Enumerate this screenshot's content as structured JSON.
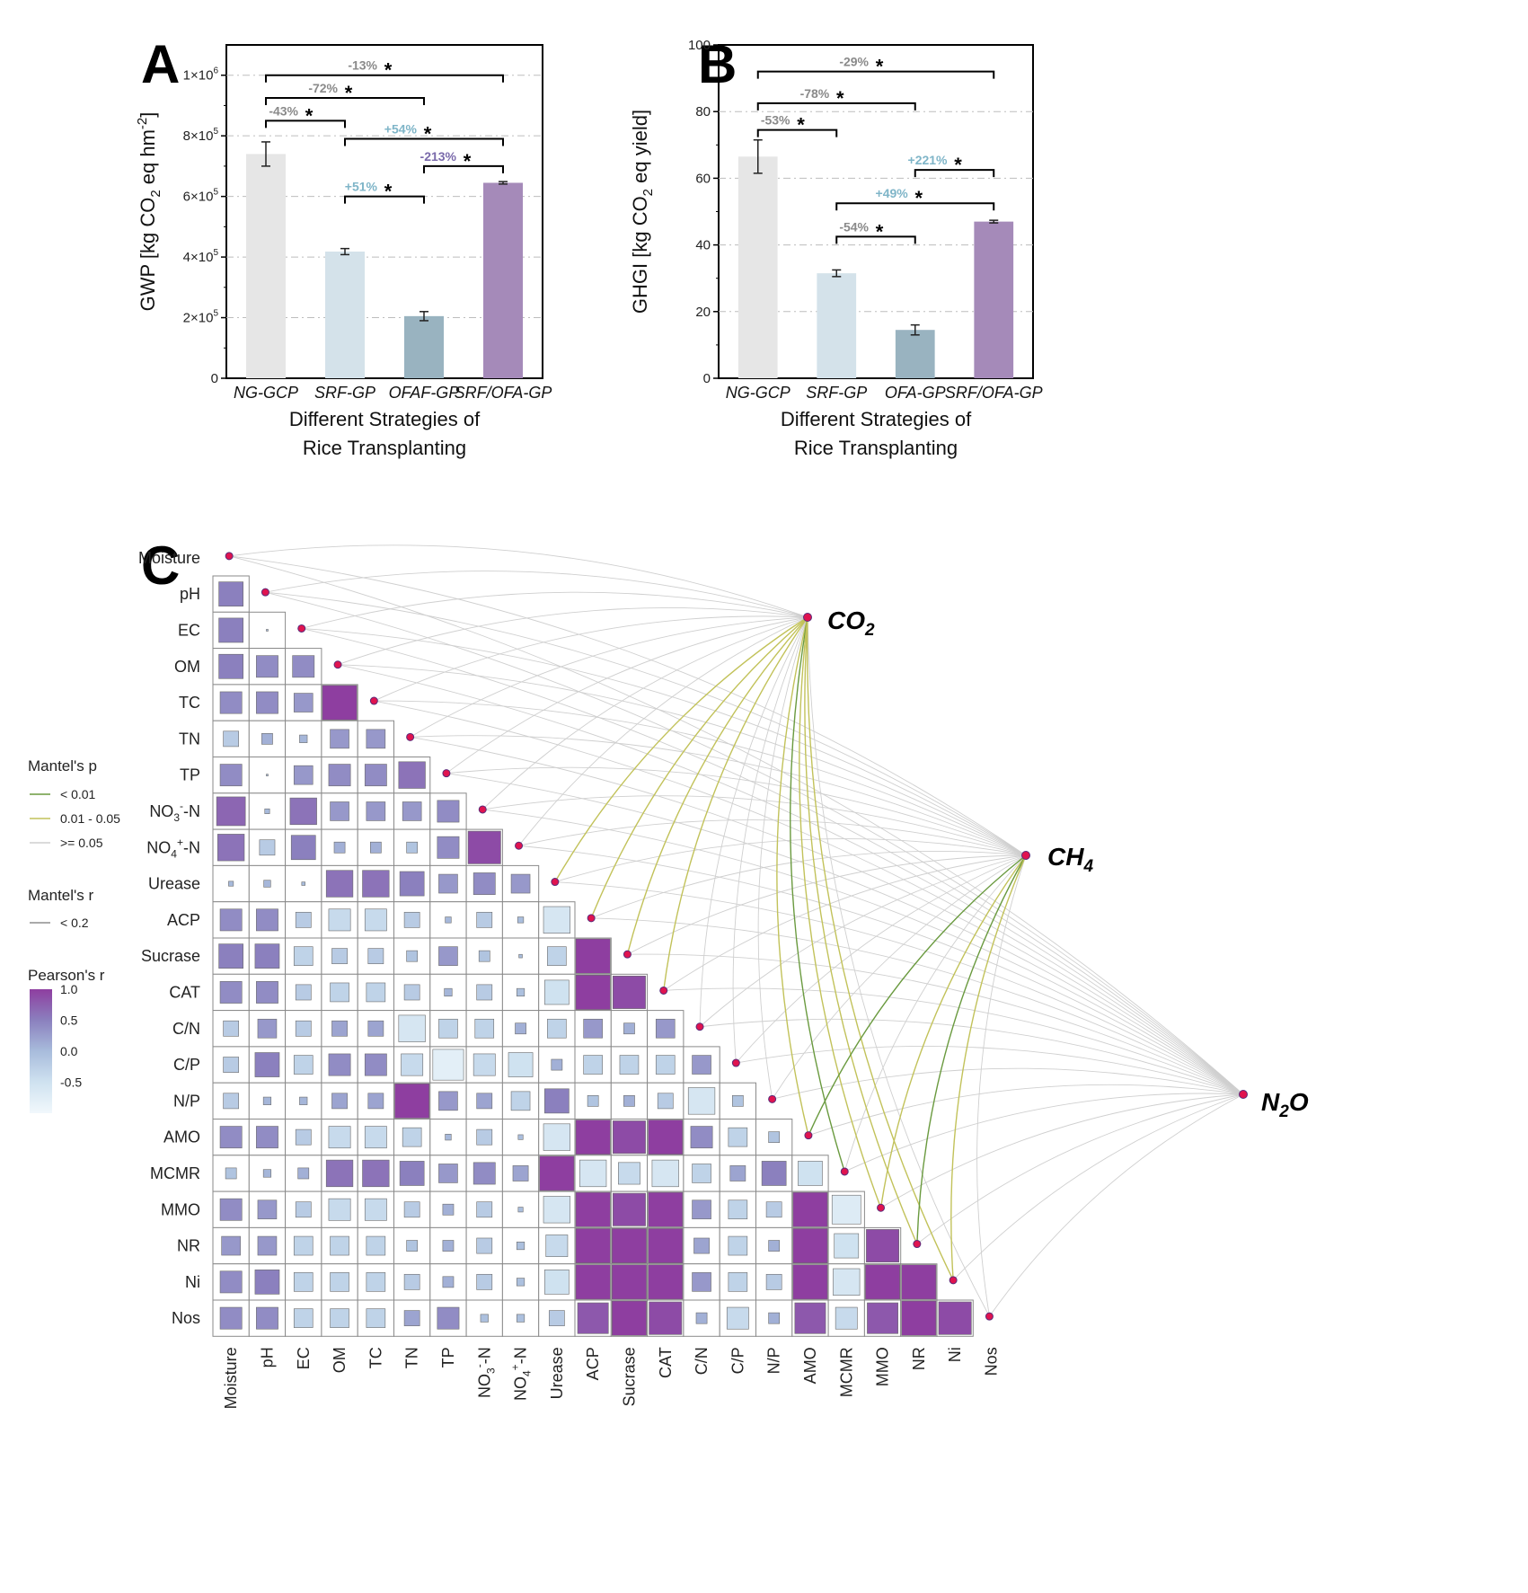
{
  "panels": {
    "a": {
      "letter": "A"
    },
    "b": {
      "letter": "B"
    },
    "c": {
      "letter": "C"
    }
  },
  "chart_data": [
    {
      "panel": "A",
      "type": "bar",
      "categories": [
        "NG-GCP",
        "SRF-GP",
        "OFAF-GP",
        "SRF/OFA-GP"
      ],
      "values": [
        740000,
        418000,
        205000,
        645000
      ],
      "errors": [
        40000,
        10000,
        15000,
        4000
      ],
      "colors": [
        "#e6e6e6",
        "#d4e2ea",
        "#99b3c0",
        "#a58ab9"
      ],
      "ylabel_main": "GWP [kg CO",
      "ylabel_sub": "2",
      "ylabel_tail": " eq hm",
      "ylabel_sup": "-2",
      "ylabel_end": "]",
      "xlabel": [
        "Different Strategies of",
        "Rice Transplanting"
      ],
      "ylim": [
        0,
        1100000
      ],
      "yticks": [
        {
          "v": 0,
          "base": "0",
          "exp": ""
        },
        {
          "v": 200000,
          "base": "2×10",
          "exp": "5"
        },
        {
          "v": 400000,
          "base": "4×10",
          "exp": "5"
        },
        {
          "v": 600000,
          "base": "6×10",
          "exp": "5"
        },
        {
          "v": 800000,
          "base": "8×10",
          "exp": "5"
        },
        {
          "v": 1000000,
          "base": "1×10",
          "exp": "6"
        }
      ],
      "gridlines": [
        200000,
        400000,
        600000,
        800000,
        1000000
      ],
      "comparisons": [
        {
          "from": 0,
          "to": 3,
          "level": 1000000,
          "label": "-13%",
          "color": "#8a8a8a"
        },
        {
          "from": 0,
          "to": 2,
          "level": 925000,
          "label": "-72%",
          "color": "#8a8a8a"
        },
        {
          "from": 0,
          "to": 1,
          "level": 850000,
          "label": "-43%",
          "color": "#8a8a8a"
        },
        {
          "from": 1,
          "to": 3,
          "level": 790000,
          "label": "+54%",
          "color": "#7fb5c8"
        },
        {
          "from": 2,
          "to": 3,
          "level": 700000,
          "label": "-213%",
          "color": "#7a6aab"
        },
        {
          "from": 1,
          "to": 2,
          "level": 600000,
          "label": "+51%",
          "color": "#7fb5c8"
        }
      ]
    },
    {
      "panel": "B",
      "type": "bar",
      "categories": [
        "NG-GCP",
        "SRF-GP",
        "OFA-GP",
        "SRF/OFA-GP"
      ],
      "values": [
        66.5,
        31.5,
        14.5,
        47
      ],
      "errors": [
        5,
        1,
        1.5,
        0.4
      ],
      "colors": [
        "#e6e6e6",
        "#d4e2ea",
        "#99b3c0",
        "#a58ab9"
      ],
      "ylabel_main": "GHGI [kg CO",
      "ylabel_sub": "2",
      "ylabel_tail": " eq yield]",
      "ylabel_sup": "",
      "ylabel_end": "",
      "xlabel": [
        "Different Strategies of",
        "Rice Transplanting"
      ],
      "ylim": [
        0,
        100
      ],
      "yticks": [
        {
          "v": 0,
          "base": "0",
          "exp": ""
        },
        {
          "v": 20,
          "base": "20",
          "exp": ""
        },
        {
          "v": 40,
          "base": "40",
          "exp": ""
        },
        {
          "v": 60,
          "base": "60",
          "exp": ""
        },
        {
          "v": 80,
          "base": "80",
          "exp": ""
        },
        {
          "v": 100,
          "base": "100",
          "exp": ""
        }
      ],
      "gridlines": [
        20,
        40,
        60,
        80
      ],
      "comparisons": [
        {
          "from": 0,
          "to": 3,
          "level": 92,
          "label": "-29%",
          "color": "#8a8a8a"
        },
        {
          "from": 0,
          "to": 2,
          "level": 82.5,
          "label": "-78%",
          "color": "#8a8a8a"
        },
        {
          "from": 0,
          "to": 1,
          "level": 74.5,
          "label": "-53%",
          "color": "#8a8a8a"
        },
        {
          "from": 2,
          "to": 3,
          "level": 62.5,
          "label": "+221%",
          "color": "#7fb5c8"
        },
        {
          "from": 1,
          "to": 3,
          "level": 52.5,
          "label": "+49%",
          "color": "#7fb5c8"
        },
        {
          "from": 1,
          "to": 2,
          "level": 42.5,
          "label": "-54%",
          "color": "#8a8a8a"
        }
      ]
    },
    {
      "panel": "C",
      "type": "heatmap",
      "variables": [
        "Moisture",
        "pH",
        "EC",
        "OM",
        "TC",
        "TN",
        "TP",
        "NO3-N",
        "NO4+-N",
        "Urease",
        "ACP",
        "Sucrase",
        "CAT",
        "C/N",
        "C/P",
        "N/P",
        "AMO",
        "MCMR",
        "MMO",
        "NR",
        "Ni",
        "Nos"
      ],
      "variable_display": [
        {
          "base": "Moisture",
          "sup": "",
          "tail": ""
        },
        {
          "base": "pH",
          "sup": "",
          "tail": ""
        },
        {
          "base": "EC",
          "sup": "",
          "tail": ""
        },
        {
          "base": "OM",
          "sup": "",
          "tail": ""
        },
        {
          "base": "TC",
          "sup": "",
          "tail": ""
        },
        {
          "base": "TN",
          "sup": "",
          "tail": ""
        },
        {
          "base": "TP",
          "sup": "",
          "tail": ""
        },
        {
          "base": "NO",
          "sub": "3",
          "sup": "-",
          "tail": "-N"
        },
        {
          "base": "NO",
          "sub": "4",
          "sup": "+",
          "tail": "-N"
        },
        {
          "base": "Urease",
          "sup": "",
          "tail": ""
        },
        {
          "base": "ACP",
          "sup": "",
          "tail": ""
        },
        {
          "base": "Sucrase",
          "sup": "",
          "tail": ""
        },
        {
          "base": "CAT",
          "sup": "",
          "tail": ""
        },
        {
          "base": "C/N",
          "sup": "",
          "tail": ""
        },
        {
          "base": "C/P",
          "sup": "",
          "tail": ""
        },
        {
          "base": "N/P",
          "sup": "",
          "tail": ""
        },
        {
          "base": "AMO",
          "sup": "",
          "tail": ""
        },
        {
          "base": "MCMR",
          "sup": "",
          "tail": ""
        },
        {
          "base": "MMO",
          "sup": "",
          "tail": ""
        },
        {
          "base": "NR",
          "sup": "",
          "tail": ""
        },
        {
          "base": "Ni",
          "sup": "",
          "tail": ""
        },
        {
          "base": "Nos",
          "sup": "",
          "tail": ""
        }
      ],
      "pearson_lower_triangle": [
        [],
        [
          0.5
        ],
        [
          0.5,
          0.0
        ],
        [
          0.5,
          0.4,
          0.4
        ],
        [
          0.4,
          0.4,
          0.3,
          1.0
        ],
        [
          -0.2,
          0.1,
          0.05,
          0.3,
          0.3
        ],
        [
          0.4,
          0.0,
          0.3,
          0.4,
          0.4,
          0.6
        ],
        [
          0.7,
          0.02,
          0.6,
          0.3,
          0.3,
          0.3,
          0.4
        ],
        [
          0.6,
          -0.2,
          0.5,
          0.1,
          0.1,
          -0.1,
          0.4,
          0.9
        ],
        [
          0.02,
          0.04,
          0.01,
          0.6,
          0.6,
          0.5,
          0.3,
          0.4,
          0.3
        ],
        [
          0.4,
          0.4,
          -0.2,
          -0.4,
          -0.4,
          -0.2,
          0.03,
          -0.2,
          -0.03,
          -0.6
        ],
        [
          0.5,
          0.5,
          -0.3,
          -0.2,
          -0.2,
          -0.1,
          0.3,
          -0.1,
          -0.01,
          -0.3,
          1.0
        ],
        [
          0.4,
          0.4,
          -0.2,
          -0.3,
          -0.3,
          -0.2,
          0.05,
          -0.2,
          -0.05,
          -0.5,
          1.0,
          0.9
        ],
        [
          -0.2,
          0.3,
          -0.2,
          0.2,
          0.2,
          -0.6,
          -0.3,
          -0.3,
          0.1,
          -0.3,
          0.3,
          0.1,
          0.3
        ],
        [
          -0.2,
          0.5,
          -0.3,
          0.4,
          0.4,
          -0.4,
          -0.8,
          -0.4,
          -0.5,
          0.1,
          -0.3,
          -0.3,
          -0.3,
          0.3
        ],
        [
          -0.2,
          0.05,
          0.05,
          0.2,
          0.2,
          1.0,
          0.3,
          0.2,
          -0.3,
          0.5,
          -0.1,
          0.1,
          -0.2,
          -0.6,
          -0.1
        ],
        [
          0.4,
          0.4,
          -0.2,
          -0.4,
          -0.4,
          -0.3,
          0.03,
          -0.2,
          -0.02,
          -0.6,
          1.0,
          0.9,
          1.0,
          0.4,
          -0.3,
          -0.1
        ],
        [
          -0.1,
          0.05,
          0.1,
          0.6,
          0.6,
          0.5,
          0.3,
          0.4,
          0.2,
          1.0,
          -0.6,
          -0.4,
          -0.6,
          -0.3,
          0.2,
          0.5,
          -0.5
        ],
        [
          0.4,
          0.3,
          -0.2,
          -0.4,
          -0.4,
          -0.2,
          0.1,
          -0.2,
          -0.02,
          -0.6,
          1.0,
          0.9,
          1.0,
          0.3,
          -0.3,
          -0.2,
          1.0,
          -0.7
        ],
        [
          0.3,
          0.3,
          -0.3,
          -0.3,
          -0.3,
          -0.1,
          0.1,
          -0.2,
          -0.05,
          -0.4,
          1.0,
          1.0,
          1.0,
          0.2,
          -0.3,
          0.1,
          1.0,
          -0.5,
          0.9
        ],
        [
          0.4,
          0.5,
          -0.3,
          -0.3,
          -0.3,
          -0.2,
          0.1,
          -0.2,
          -0.05,
          -0.5,
          1.0,
          1.0,
          1.0,
          0.3,
          -0.3,
          -0.2,
          1.0,
          -0.6,
          1.0,
          1.0
        ],
        [
          0.4,
          0.4,
          -0.3,
          -0.3,
          -0.3,
          0.2,
          0.4,
          -0.05,
          -0.05,
          -0.2,
          0.8,
          1.0,
          0.9,
          0.1,
          -0.4,
          0.1,
          0.8,
          -0.4,
          0.8,
          1.0,
          0.9
        ]
      ],
      "gases": [
        {
          "base": "CO",
          "sub": "2"
        },
        {
          "base": "CH",
          "sub": "4"
        },
        {
          "base": "N",
          "sub": "2",
          "tail": "O"
        }
      ],
      "mantel_significant": [
        {
          "gas": 0,
          "var": 11,
          "p": "0.01 - 0.05"
        },
        {
          "gas": 0,
          "var": 12,
          "p": "0.01 - 0.05"
        },
        {
          "gas": 0,
          "var": 16,
          "p": "0.01 - 0.05"
        },
        {
          "gas": 0,
          "var": 17,
          "p": "< 0.01"
        },
        {
          "gas": 0,
          "var": 18,
          "p": "0.01 - 0.05"
        },
        {
          "gas": 0,
          "var": 19,
          "p": "0.01 - 0.05"
        },
        {
          "gas": 0,
          "var": 20,
          "p": "0.01 - 0.05"
        },
        {
          "gas": 0,
          "var": 10,
          "p": "0.01 - 0.05"
        },
        {
          "gas": 0,
          "var": 9,
          "p": "0.01 - 0.05"
        },
        {
          "gas": 1,
          "var": 16,
          "p": "< 0.01"
        },
        {
          "gas": 1,
          "var": 19,
          "p": "< 0.01"
        },
        {
          "gas": 1,
          "var": 20,
          "p": "0.01 - 0.05"
        },
        {
          "gas": 1,
          "var": 18,
          "p": "0.01 - 0.05"
        }
      ],
      "colors": {
        "p_lt_001": "#6a9a3f",
        "p_001_005": "#c2c25a",
        "p_ge_005": "#cfcfcf",
        "r_lt_02": "#555555",
        "node": "#e0134f",
        "node_stroke": "#5a2a7a"
      },
      "legend": {
        "mantel_p_title": "Mantel's p",
        "mantel_p_items": [
          "< 0.01",
          "0.01 - 0.05",
          ">= 0.05"
        ],
        "mantel_r_title": "Mantel's r",
        "mantel_r_items": [
          "< 0.2"
        ],
        "pearson_title": "Pearson's r",
        "pearson_ticks": [
          "1.0",
          "0.5",
          "0.0",
          "-0.5"
        ],
        "pearson_scale": {
          "min": -1,
          "max": 1
        }
      }
    }
  ]
}
